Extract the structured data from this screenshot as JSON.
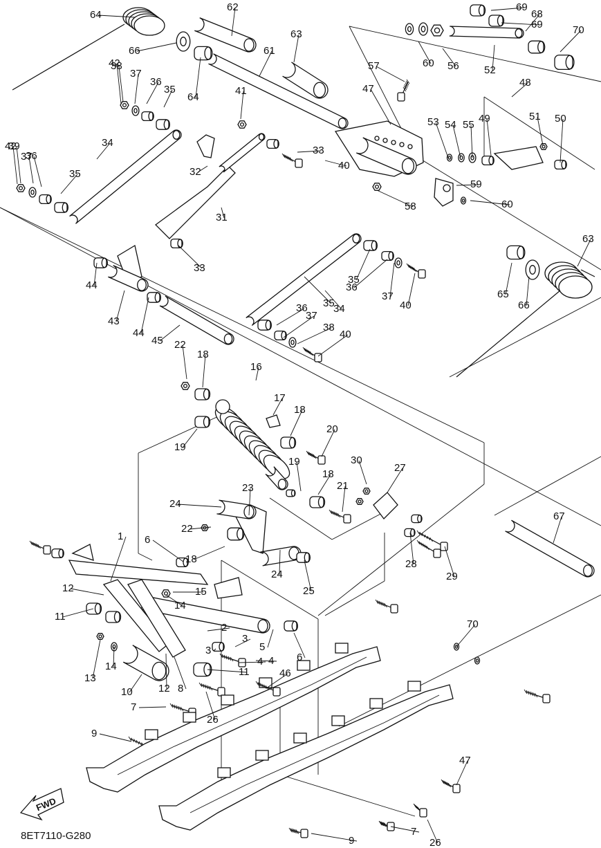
{
  "diagram": {
    "code": "8ET7110-G280",
    "fwd_label": "FWD",
    "callouts": [
      "1",
      "2",
      "3",
      "3",
      "4",
      "4",
      "5",
      "6",
      "6",
      "7",
      "7",
      "8",
      "9",
      "9",
      "10",
      "11",
      "11",
      "12",
      "12",
      "13",
      "14",
      "14",
      "15",
      "16",
      "17",
      "18",
      "18",
      "18",
      "18",
      "19",
      "19",
      "20",
      "21",
      "22",
      "22",
      "23",
      "24",
      "24",
      "25",
      "26",
      "26",
      "27",
      "28",
      "29",
      "30",
      "31",
      "32",
      "33",
      "33",
      "34",
      "34",
      "35",
      "35",
      "35",
      "35",
      "36",
      "36",
      "36",
      "36",
      "37",
      "37",
      "37",
      "37",
      "38",
      "38",
      "39",
      "40",
      "40",
      "40",
      "41",
      "42",
      "42",
      "43",
      "44",
      "44",
      "45",
      "46",
      "47",
      "47",
      "48",
      "49",
      "50",
      "51",
      "52",
      "53",
      "54",
      "55",
      "56",
      "57",
      "58",
      "59",
      "60",
      "60",
      "61",
      "62",
      "63",
      "63",
      "64",
      "64",
      "65",
      "66",
      "66",
      "67",
      "68",
      "69",
      "69",
      "70",
      "70"
    ]
  }
}
